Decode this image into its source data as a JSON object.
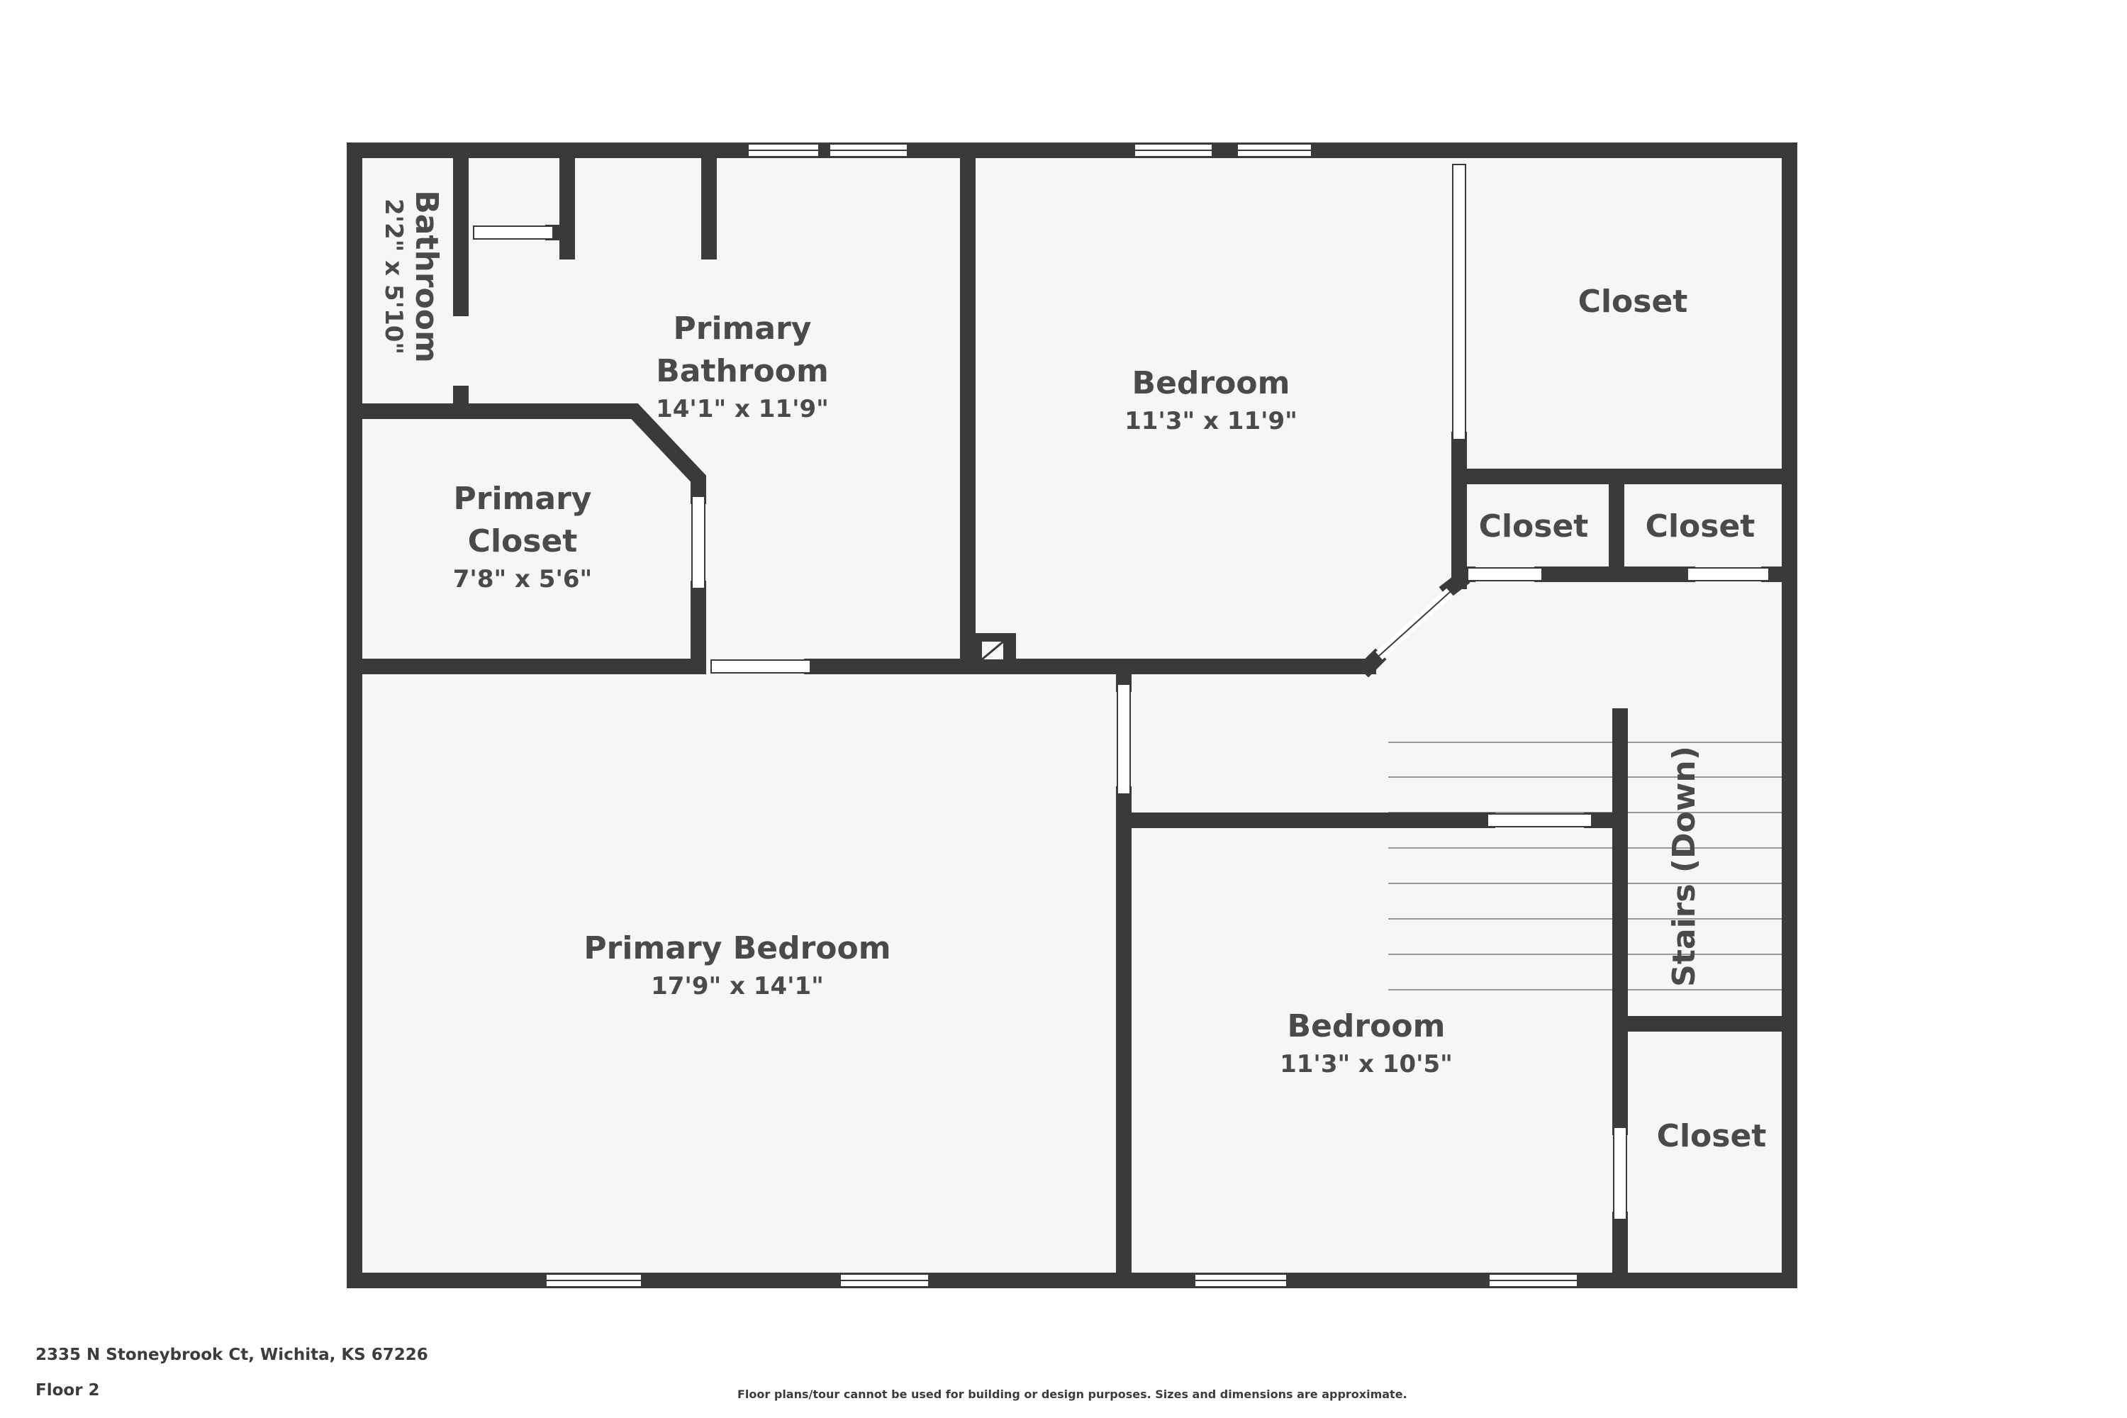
{
  "plan": {
    "address": "2335 N Stoneybrook Ct, Wichita, KS 67226",
    "floor": "Floor 2",
    "disclaimer": "Floor plans/tour cannot be used for building or design purposes. Sizes and dimensions are approximate.",
    "colors": {
      "wall": "#3a3a3a",
      "floor": "#f6f6f6",
      "text": "#4a4a4a",
      "opening": "#ffffff"
    }
  },
  "rooms": {
    "bathroom": {
      "name": "Bathroom",
      "dims": "2'2\" x 5'10\""
    },
    "primary_bathroom": {
      "name_line1": "Primary",
      "name_line2": "Bathroom",
      "dims": "14'1\" x 11'9\""
    },
    "primary_closet": {
      "name_line1": "Primary",
      "name_line2": "Closet",
      "dims": "7'8\" x 5'6\""
    },
    "bedroom_top": {
      "name": "Bedroom",
      "dims": "11'3\" x 11'9\""
    },
    "closet_top_right": {
      "name": "Closet"
    },
    "closet_small_left": {
      "name": "Closet"
    },
    "closet_small_right": {
      "name": "Closet"
    },
    "primary_bedroom": {
      "name": "Primary Bedroom",
      "dims": "17'9\" x 14'1\""
    },
    "bedroom_bottom": {
      "name": "Bedroom",
      "dims": "11'3\" x 10'5\""
    },
    "stairs": {
      "name": "Stairs (Down)"
    },
    "closet_bottom_right": {
      "name": "Closet"
    }
  }
}
